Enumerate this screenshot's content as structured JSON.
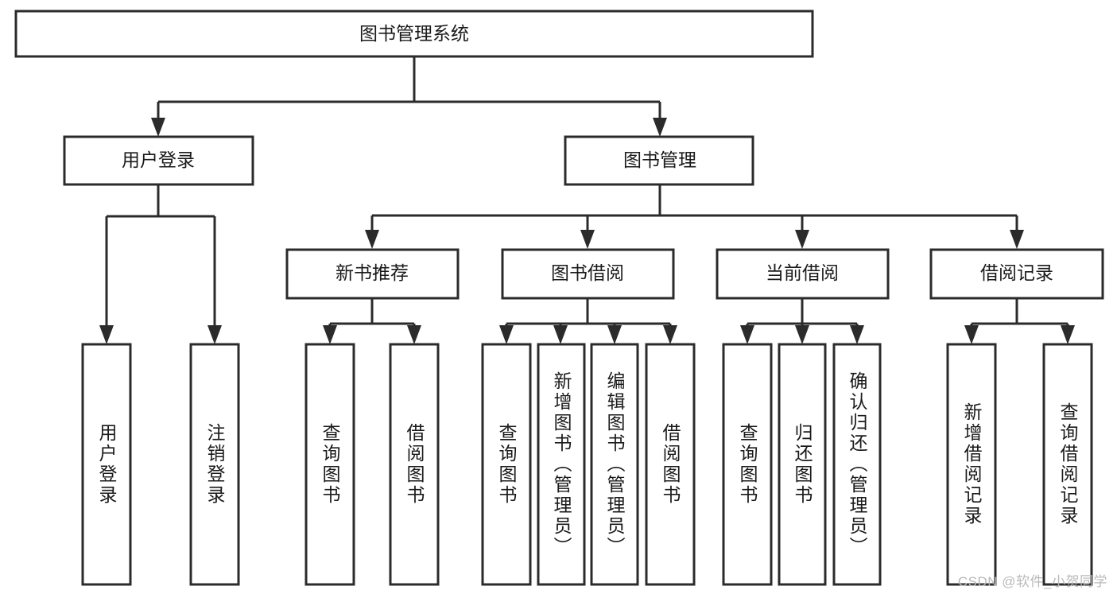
{
  "diagram": {
    "type": "hierarchy-tree",
    "title": "图书管理系统",
    "root": {
      "id": "root",
      "label": "图书管理系统",
      "orientation": "horizontal"
    },
    "level1": [
      {
        "id": "user-login",
        "label": "用户登录",
        "orientation": "horizontal"
      },
      {
        "id": "book-management",
        "label": "图书管理",
        "orientation": "horizontal"
      }
    ],
    "level2": [
      {
        "id": "new-book-recommend",
        "label": "新书推荐",
        "orientation": "horizontal",
        "parent": "book-management"
      },
      {
        "id": "book-borrow",
        "label": "图书借阅",
        "orientation": "horizontal",
        "parent": "book-management"
      },
      {
        "id": "current-borrow",
        "label": "当前借阅",
        "orientation": "horizontal",
        "parent": "book-management"
      },
      {
        "id": "borrow-record",
        "label": "借阅记录",
        "orientation": "horizontal",
        "parent": "book-management"
      }
    ],
    "leaves": [
      {
        "id": "leaf-user-login",
        "label": "用户登录",
        "orientation": "vertical",
        "parent": "user-login"
      },
      {
        "id": "leaf-logout-login",
        "label": "注销登录",
        "orientation": "vertical",
        "parent": "user-login"
      },
      {
        "id": "leaf-query-book-1",
        "label": "查询图书",
        "orientation": "vertical",
        "parent": "new-book-recommend"
      },
      {
        "id": "leaf-borrow-book-1",
        "label": "借阅图书",
        "orientation": "vertical",
        "parent": "new-book-recommend"
      },
      {
        "id": "leaf-query-book-2",
        "label": "查询图书",
        "orientation": "vertical",
        "parent": "book-borrow"
      },
      {
        "id": "leaf-add-book",
        "label": "新增图书（管理员）",
        "orientation": "vertical",
        "parent": "book-borrow"
      },
      {
        "id": "leaf-edit-book",
        "label": "编辑图书（管理员）",
        "orientation": "vertical",
        "parent": "book-borrow"
      },
      {
        "id": "leaf-borrow-book-2",
        "label": "借阅图书",
        "orientation": "vertical",
        "parent": "book-borrow"
      },
      {
        "id": "leaf-query-book-3",
        "label": "查询图书",
        "orientation": "vertical",
        "parent": "current-borrow"
      },
      {
        "id": "leaf-return-book",
        "label": "归还图书",
        "orientation": "vertical",
        "parent": "current-borrow"
      },
      {
        "id": "leaf-confirm-return",
        "label": "确认归还（管理员）",
        "orientation": "vertical",
        "parent": "current-borrow"
      },
      {
        "id": "leaf-add-record",
        "label": "新增借阅记录",
        "orientation": "vertical",
        "parent": "borrow-record"
      },
      {
        "id": "leaf-query-record",
        "label": "查询借阅记录",
        "orientation": "vertical",
        "parent": "borrow-record"
      }
    ],
    "colors": {
      "stroke": "#2b2b2b",
      "fill": "#ffffff",
      "text": "#1a1a1a",
      "background": "#ffffff",
      "watermark": "#b9b9b9"
    }
  },
  "watermark": {
    "text": "CSDN @软件_小贺同学"
  }
}
